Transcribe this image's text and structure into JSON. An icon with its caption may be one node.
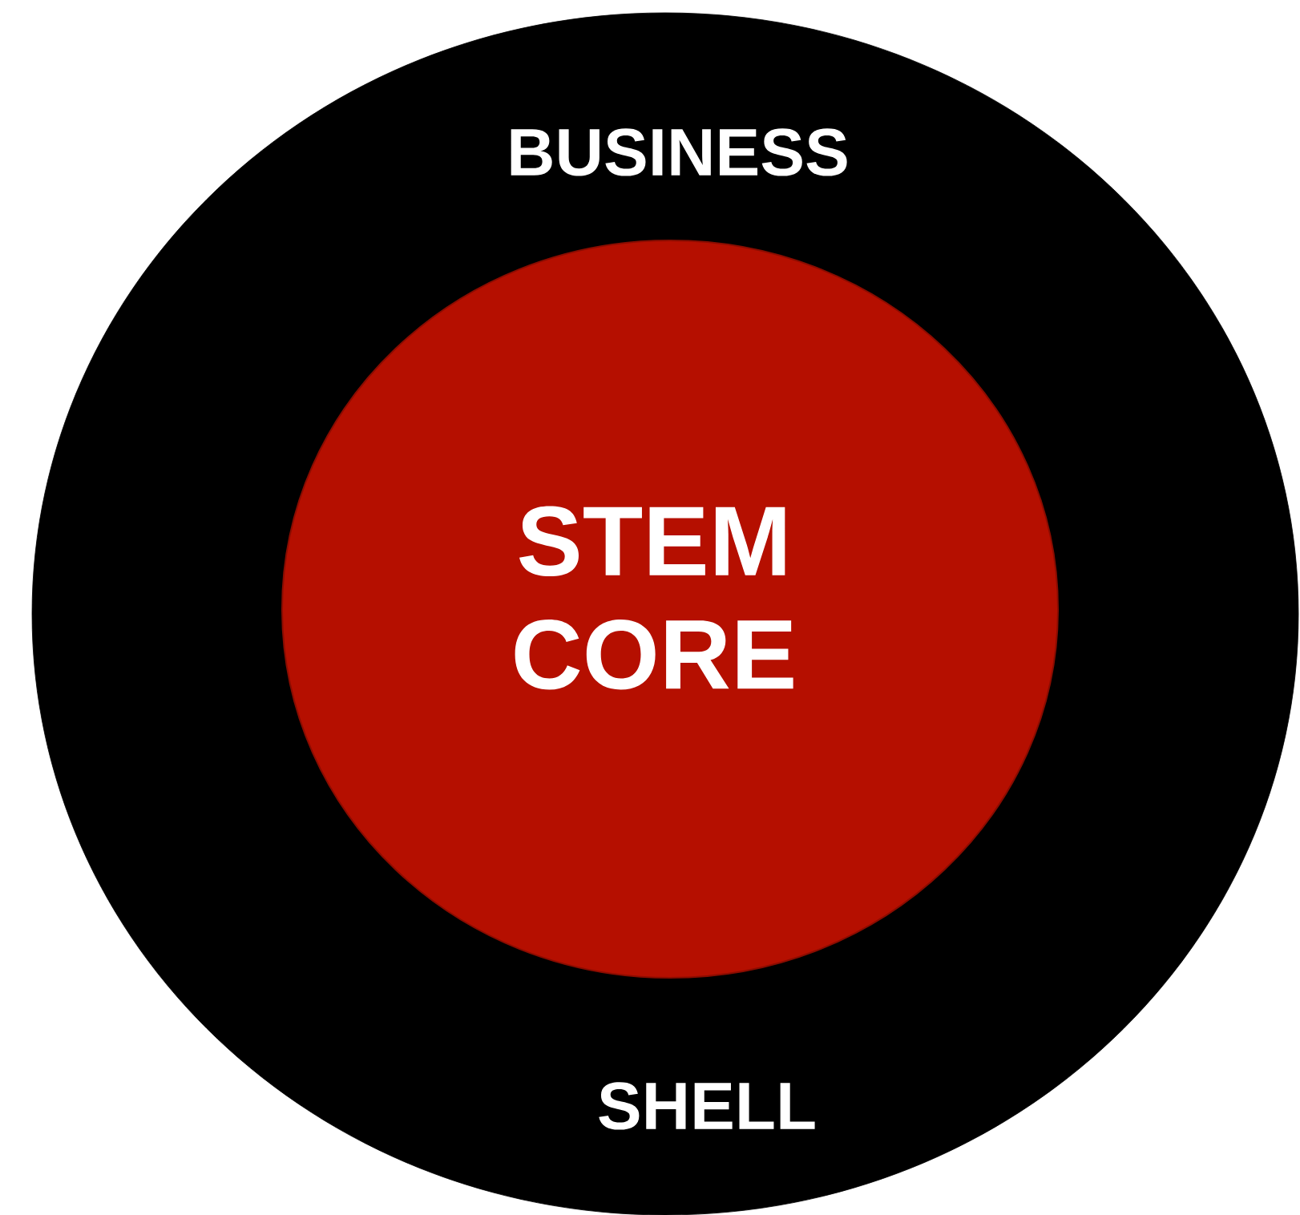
{
  "diagram": {
    "nodes": [
      {
        "text": [
          "BUSINESS",
          "SHELL"
        ]
      },
      {
        "text": [
          "STEM CORE"
        ],
        "in": 0
      }
    ]
  }
}
